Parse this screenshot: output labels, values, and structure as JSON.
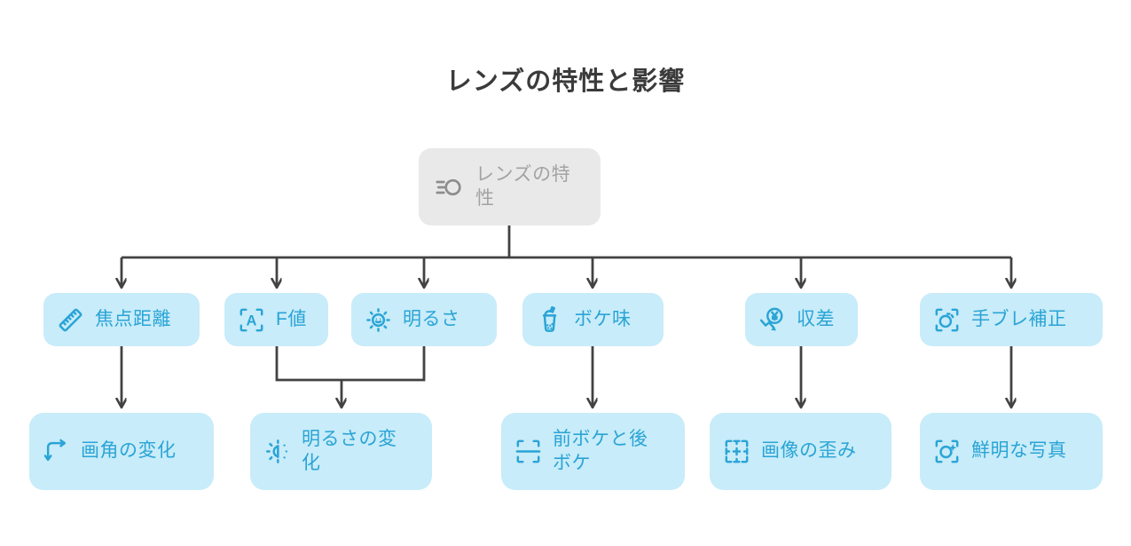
{
  "title": "レンズの特性と影響",
  "colors": {
    "node_background": "#c8ecf9",
    "node_accent": "#2aa4d6",
    "root_background": "#e9e9e9",
    "root_text": "#a3a3a3",
    "connector": "#424242",
    "title_text": "#3b3b3b"
  },
  "root": {
    "label": "レンズの特性",
    "icon": "lens-icon"
  },
  "branches": [
    {
      "label": "焦点距離",
      "icon": "ruler-icon",
      "child": "画角の変化"
    },
    {
      "label": "F値",
      "icon": "af-frame-icon",
      "child": "明るさの変化"
    },
    {
      "label": "明るさ",
      "icon": "sun-smile-icon",
      "child": "明るさの変化"
    },
    {
      "label": "ボケ味",
      "icon": "boba-cup-icon",
      "child": "前ボケと後ボケ"
    },
    {
      "label": "収差",
      "icon": "yen-decline-icon",
      "child": "画像の歪み"
    },
    {
      "label": "手ブレ補正",
      "icon": "stabilizer-icon",
      "child": "鮮明な写真"
    }
  ],
  "outcomes": [
    {
      "label": "画角の変化",
      "icon": "corner-arrows-icon"
    },
    {
      "label": "明るさの変化",
      "icon": "brightness-icon"
    },
    {
      "label": "前ボケと後ボケ",
      "icon": "bokeh-frame-icon"
    },
    {
      "label": "画像の歪み",
      "icon": "grid-frame-icon"
    },
    {
      "label": "鮮明な写真",
      "icon": "sparkle-frame-icon"
    }
  ]
}
